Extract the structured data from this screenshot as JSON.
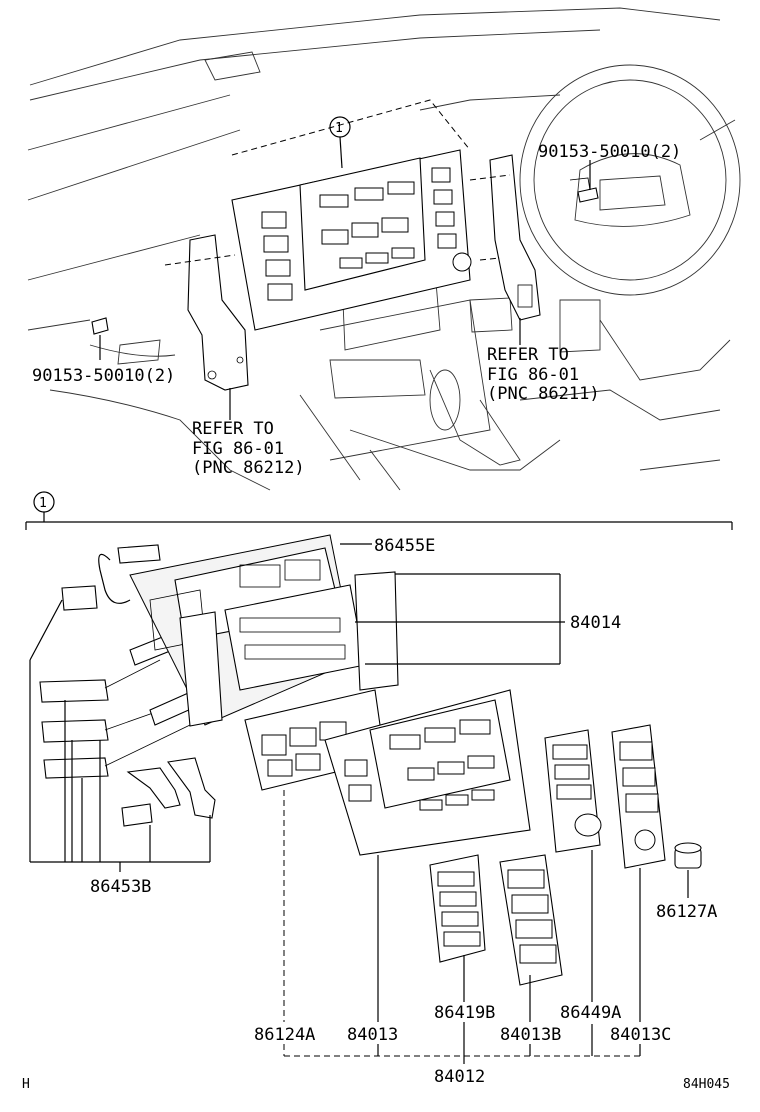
{
  "callout": "1",
  "top_labels": {
    "bolt_right": "90153-50010(2)",
    "bolt_left": "90153-50010(2)",
    "refer_right": [
      "REFER TO",
      "FIG 86-01",
      "(PNC 86211)"
    ],
    "refer_left": [
      "REFER TO",
      "FIG 86-01",
      "(PNC 86212)"
    ]
  },
  "parts": {
    "p86455E": "86455E",
    "p84014": "84014",
    "p86453B": "86453B",
    "p86127A": "86127A",
    "p86419B": "86419B",
    "p86449A": "86449A",
    "p86124A": "86124A",
    "p84013": "84013",
    "p84013B": "84013B",
    "p84013C": "84013C",
    "p84012": "84012"
  },
  "corner_left": "H",
  "figure_code": "84H045"
}
